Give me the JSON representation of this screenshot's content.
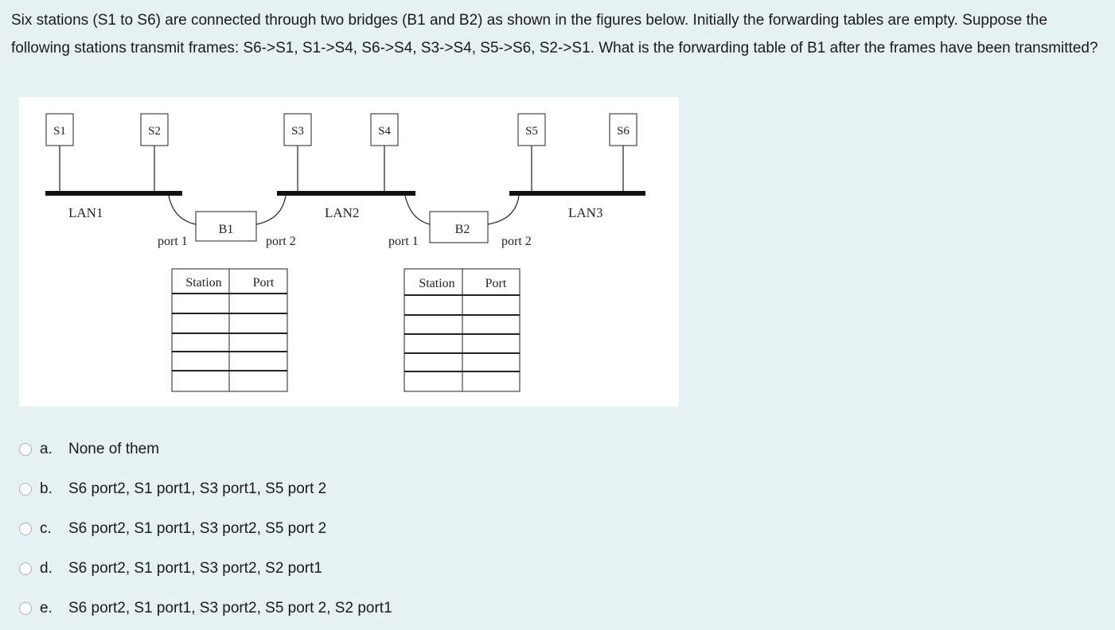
{
  "question": {
    "text": "Six stations (S1 to S6) are connected through two bridges (B1 and B2) as shown in the figures below. Initially the forwarding tables are empty. Suppose the following stations transmit frames: S6->S1, S1->S4, S6->S4, S3->S4, S5->S6, S2->S1. What is the forwarding table of B1 after the frames have been transmitted?"
  },
  "figure": {
    "stations": {
      "s1": "S1",
      "s2": "S2",
      "s3": "S3",
      "s4": "S4",
      "s5": "S5",
      "s6": "S6"
    },
    "lans": {
      "lan1": "LAN1",
      "lan2": "LAN2",
      "lan3": "LAN3"
    },
    "bridges": {
      "b1": {
        "name": "B1",
        "port1": "port 1",
        "port2": "port 2"
      },
      "b2": {
        "name": "B2",
        "port1": "port 1",
        "port2": "port 2"
      }
    },
    "tables": {
      "b1": {
        "col1": "Station",
        "col2": "Port"
      },
      "b2": {
        "col1": "Station",
        "col2": "Port"
      }
    }
  },
  "options": [
    {
      "letter": "a.",
      "text": "None of them"
    },
    {
      "letter": "b.",
      "text": "S6 port2, S1 port1, S3 port1, S5 port 2"
    },
    {
      "letter": "c.",
      "text": "S6 port2, S1 port1, S3 port2, S5 port 2"
    },
    {
      "letter": "d.",
      "text": "S6 port2, S1 port1, S3 port2, S2 port1"
    },
    {
      "letter": "e.",
      "text": "S6 port2, S1 port1, S3 port2, S5 port 2, S2 port1"
    }
  ]
}
